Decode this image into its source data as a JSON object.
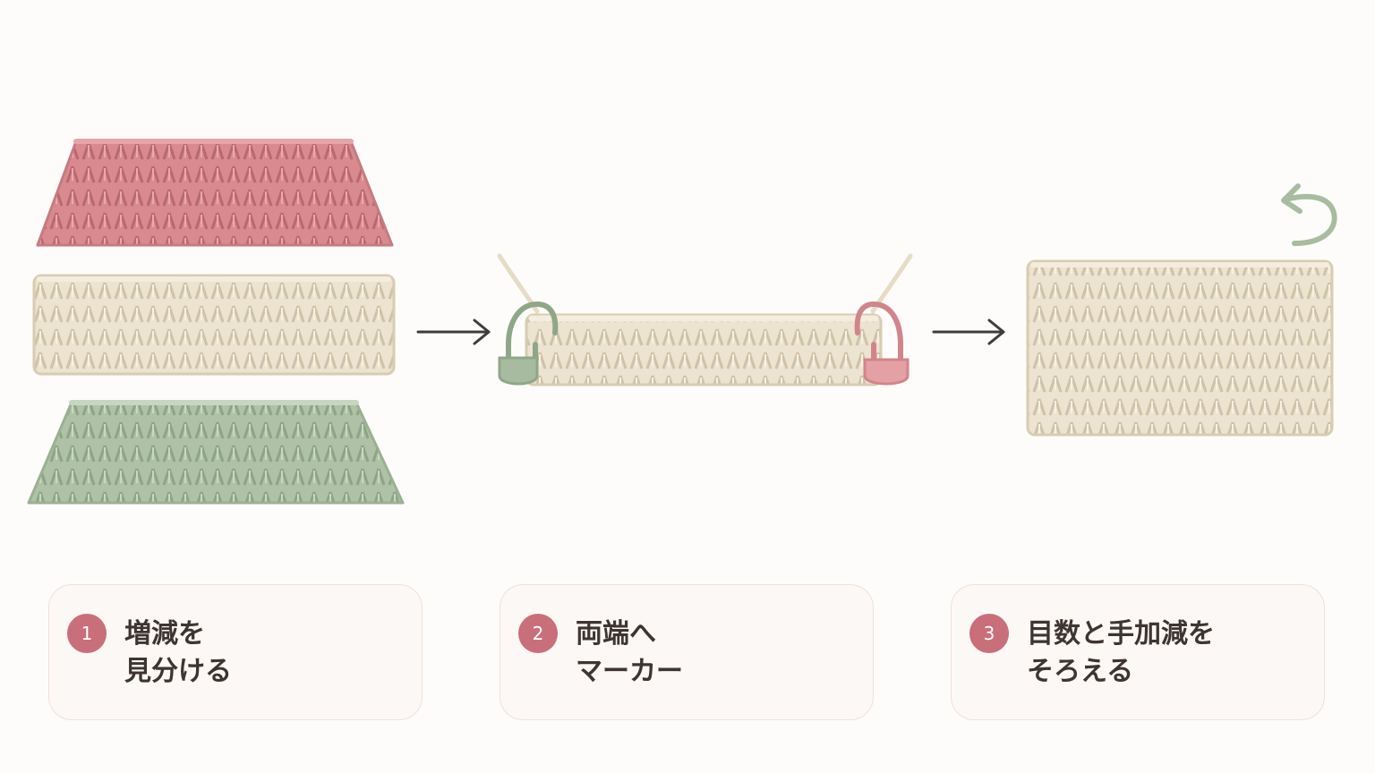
{
  "colors": {
    "pink": "#d88a8e",
    "cream": "#ece3d0",
    "green": "#afc2a7",
    "arrow": "#3d3d3d",
    "badge": "#c86f7a",
    "card_border": "#f0dfdc"
  },
  "icons": {
    "arrow": "right-arrow-icon",
    "turn": "turn-back-icon",
    "marker": "stitch-marker-icon"
  },
  "steps": [
    {
      "number": "1",
      "line1": "増減を",
      "line2": "見分ける"
    },
    {
      "number": "2",
      "line1": "両端へ",
      "line2": "マーカー"
    },
    {
      "number": "3",
      "line1": "目数と手加減を",
      "line2": "そろえる"
    }
  ]
}
